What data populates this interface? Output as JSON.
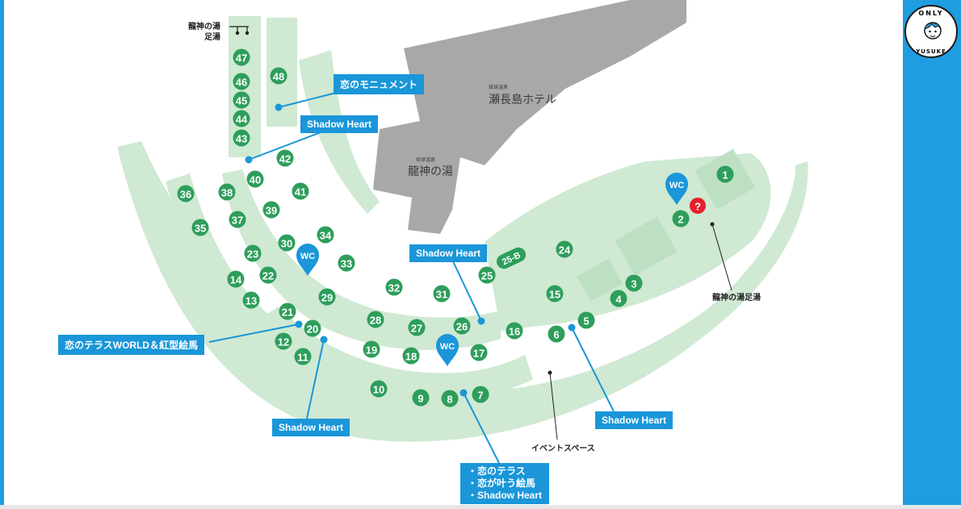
{
  "colors": {
    "frame_blue": "#1e9de0",
    "callout_blue": "#1a96d9",
    "spot_green": "#2e9e5b",
    "area_green": "#cfe9d2",
    "area_green_dark": "#bde0c2",
    "building_gray": "#a8a8a8",
    "info_red": "#e5202a"
  },
  "logo": {
    "top_text": "ONLY",
    "bottom_text": "YUSUKE",
    "icon": "character-face-icon"
  },
  "buildings": {
    "hotel_name": "瀬長島ホテル",
    "hotel_sub": "琉球温泉",
    "onsen_name": "龍神の湯",
    "onsen_sub": "琉球温泉"
  },
  "spots": [
    "1",
    "2",
    "3",
    "4",
    "5",
    "6",
    "7",
    "8",
    "9",
    "10",
    "11",
    "12",
    "13",
    "14",
    "15",
    "16",
    "17",
    "18",
    "19",
    "20",
    "21",
    "22",
    "23",
    "24",
    "25",
    "25-B",
    "26",
    "27",
    "28",
    "29",
    "30",
    "31",
    "32",
    "33",
    "34",
    "35",
    "36",
    "37",
    "38",
    "39",
    "40",
    "41",
    "42",
    "43",
    "44",
    "45",
    "46",
    "47",
    "48"
  ],
  "wc_label": "WC",
  "info_mark": "?",
  "callouts": {
    "koi_monument": "恋のモニュメント",
    "shadow_heart": "Shadow Heart",
    "koi_terrace_world": "恋のテラスWORLD＆紅型絵馬",
    "koi_terrace_line1": "・恋のテラス",
    "koi_terrace_line2": "・恋が叶う絵馬",
    "koi_terrace_line3": "・Shadow Heart"
  },
  "labels": {
    "footbath_top_line1": "龍神の湯",
    "footbath_top_line2": "足湯",
    "footbath_right": "龍神の湯足湯",
    "event_space": "イベントスペース"
  }
}
